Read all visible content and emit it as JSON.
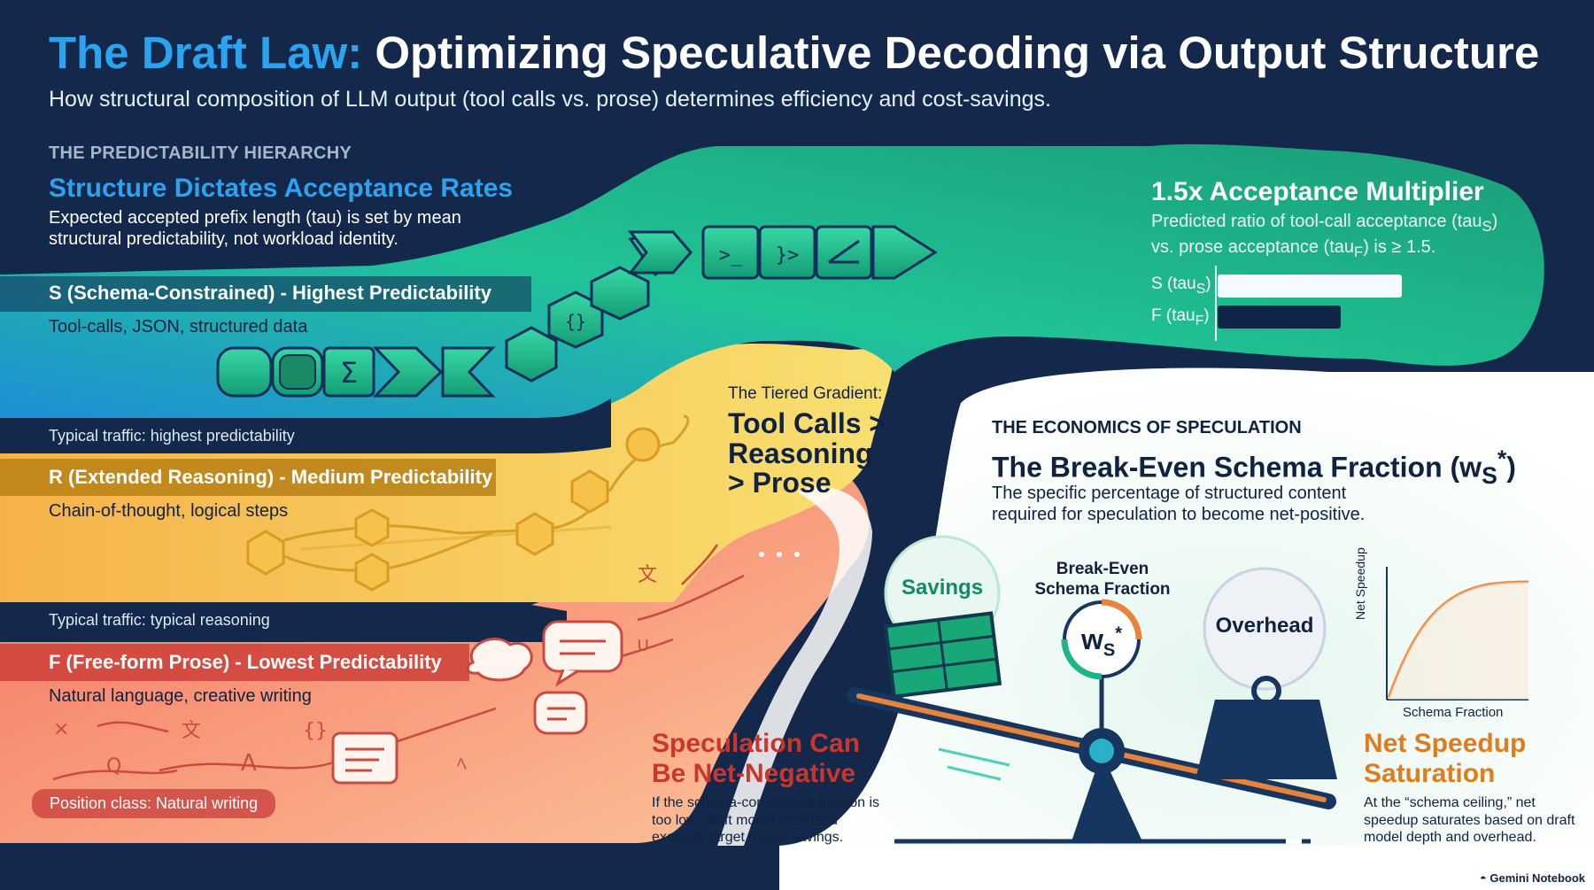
{
  "header": {
    "title_highlight": "The Draft Law:",
    "title_rest": "Optimizing Speculative Decoding via Output Structure",
    "subtitle": "How structural composition of LLM output (tool calls vs. prose) determines efficiency and cost-savings."
  },
  "hierarchy": {
    "eyebrow": "THE PREDICTABILITY HIERARCHY",
    "heading": "Structure Dictates Acceptance Rates",
    "description": "Expected accepted prefix length (tau) is set by mean structural predictability, not workload identity.",
    "tiers": [
      {
        "label": "S (Schema-Constrained) - Highest Predictability",
        "desc": "Tool-calls, JSON, structured data",
        "note": "Typical traffic: highest predictability"
      },
      {
        "label": "R (Extended Reasoning) - Medium Predictability",
        "desc": "Chain-of-thought, logical steps",
        "note": "Typical traffic: typical reasoning"
      },
      {
        "label": "F (Free-form Prose) - Lowest Predictability",
        "desc": "Natural language, creative writing",
        "note": "Position class: Natural writing"
      }
    ]
  },
  "gradient": {
    "small": "The Tiered Gradient:",
    "big_line1": "Tool Calls >",
    "big_line2": "Reasoning",
    "big_line3": "> Prose"
  },
  "multiplier": {
    "title": "1.5x Acceptance Multiplier",
    "desc_a": "Predicted ratio of tool-call acceptance (tau",
    "desc_sub_s": "S",
    "desc_b": ")",
    "desc_c": "vs. prose acceptance (tau",
    "desc_sub_f": "F",
    "desc_d": ") is ≥ 1.5.",
    "bars": [
      {
        "label": "S (tau",
        "sub": "S",
        "close": ")",
        "value": 1.5,
        "color": "#f4faff"
      },
      {
        "label": "F (tau",
        "sub": "F",
        "close": ")",
        "value": 1.0,
        "color": "#0f2447"
      }
    ]
  },
  "economics": {
    "eyebrow": "THE ECONOMICS OF SPECULATION",
    "title": "The Break-Even Schema Fraction (w",
    "title_sub": "S",
    "title_sup": "*",
    "title_close": ")",
    "desc": "The specific percentage of structured content required for speculation to become net-positive.",
    "savings_label": "Savings",
    "breakeven_line1": "Break-Even",
    "breakeven_line2": "Schema Fraction",
    "ws_main": "w",
    "ws_sub": "S",
    "ws_sup": "*",
    "overhead_label": "Overhead",
    "curve_ylabel": "Net Speedup",
    "curve_xlabel": "Schema Fraction"
  },
  "negative": {
    "title_line1": "Speculation Can",
    "title_line2": "Be Net-Negative",
    "desc": "If the schema-constrained fraction is too low, draft model overhead exceeds target model savings."
  },
  "saturation": {
    "title_line1": "Net Speedup",
    "title_line2": "Saturation",
    "desc": "At the “schema ceiling,” net speedup saturates based on draft model depth and overhead."
  },
  "footer": {
    "brand": "Gemini Notebook"
  },
  "colors": {
    "navy": "#13284b",
    "accent_blue": "#2ba3ee",
    "schema_green": "#23c08c",
    "reasoning_yellow": "#f6cf5b",
    "prose_coral": "#f58870",
    "negative_red": "#c9372c",
    "saturation_orange": "#e07b1e"
  }
}
